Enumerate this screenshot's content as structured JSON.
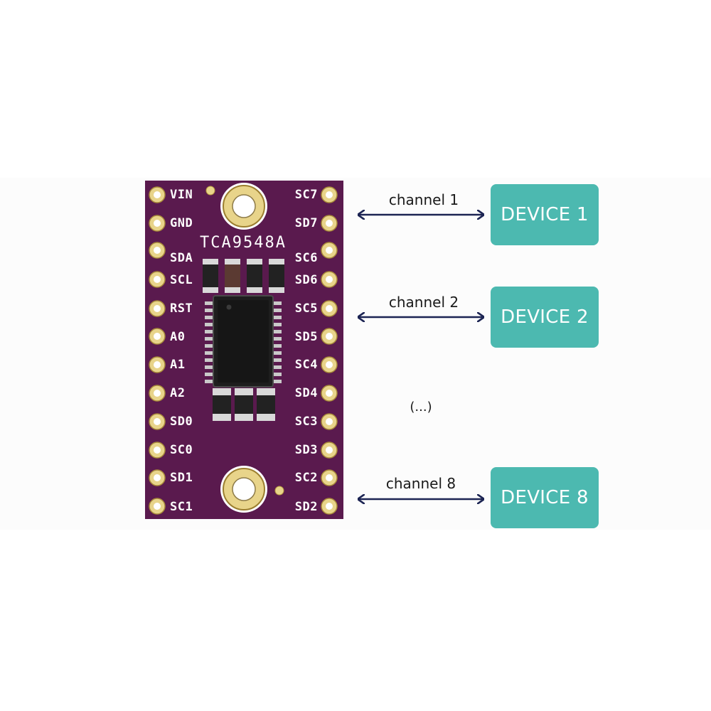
{
  "board": {
    "chip_name": "TCA9548A",
    "left_pins": [
      "VIN",
      "GND",
      "SDA",
      "SCL",
      "RST",
      "A0",
      "A1",
      "A2",
      "SD0",
      "SC0",
      "SD1",
      "SC1"
    ],
    "right_pins": [
      "SC7",
      "SD7",
      "SC6",
      "SD6",
      "SC5",
      "SD5",
      "SC4",
      "SD4",
      "SC3",
      "SD3",
      "SC2",
      "SD2"
    ],
    "pcb_color": "#5a1a4e",
    "pad_color": "#e8d48a"
  },
  "channels": [
    {
      "label": "channel 1",
      "device": "DEVICE 1"
    },
    {
      "label": "channel 2",
      "device": "DEVICE 2"
    },
    {
      "label": "channel 8",
      "device": "DEVICE 8"
    }
  ],
  "ellipsis": "(...)",
  "colors": {
    "device_fill": "#4cb9b0",
    "arrow": "#1c2453"
  },
  "icons": {
    "arrow": "double-headed-arrow-icon",
    "mount_hole": "mounting-hole-icon"
  }
}
